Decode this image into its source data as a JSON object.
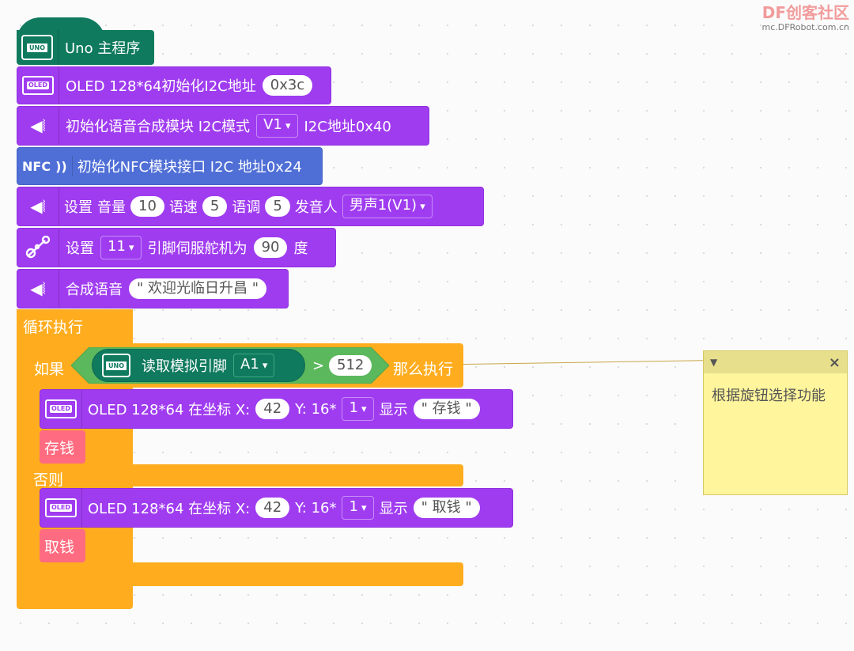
{
  "watermark": {
    "brand": "DF创客社区",
    "url": "mc.DFRobot.com.cn"
  },
  "program": {
    "hat_label": "Uno 主程序",
    "oled_init": {
      "text": "OLED 128*64初始化I2C地址",
      "address": "0x3c"
    },
    "tts_init": {
      "text1": "初始化语音合成模块 I2C模式",
      "mode": "V1",
      "text2": "I2C地址0x40"
    },
    "nfc_init": {
      "icon_text": "NFC",
      "text": "初始化NFC模块接口 I2C 地址0x24"
    },
    "tts_settings": {
      "t_set": "设置",
      "t_volume": "音量",
      "volume": "10",
      "t_speed": "语速",
      "speed": "5",
      "t_tone": "语调",
      "tone": "5",
      "t_voice": "发音人",
      "voice": "男声1(V1)"
    },
    "servo": {
      "t_set": "设置",
      "pin": "11",
      "t_mid": "引脚伺服舵机为",
      "angle": "90",
      "t_deg": "度"
    },
    "speak": {
      "text": "合成语音",
      "phrase": "\" 欢迎光临日升昌 \""
    },
    "loop": {
      "label": "循环执行"
    },
    "if_block": {
      "t_if": "如果",
      "sensor_text": "读取模拟引脚",
      "pin": "A1",
      "op": ">",
      "threshold": "512",
      "t_then": "那么执行",
      "t_else": "否则"
    },
    "oled_show1": {
      "text": "OLED 128*64 在坐标 X:",
      "x": "42",
      "y_label": "Y: 16*",
      "row": "1",
      "t_show": "显示",
      "value": "\" 存钱 \""
    },
    "func1": "存钱",
    "oled_show2": {
      "text": "OLED 128*64 在坐标 X:",
      "x": "42",
      "y_label": "Y: 16*",
      "row": "1",
      "t_show": "显示",
      "value": "\" 取钱 \""
    },
    "func2": "取钱"
  },
  "comment": {
    "text": "根据旋钮选择功能",
    "collapse_icon": "triangle-down",
    "close_icon": "×"
  },
  "colors": {
    "purple": "#a03cf0",
    "green": "#0f7a5e",
    "orange": "#ffad1f",
    "blue": "#4f6fd6",
    "pink": "#ff6b80",
    "note": "#fff59c"
  }
}
